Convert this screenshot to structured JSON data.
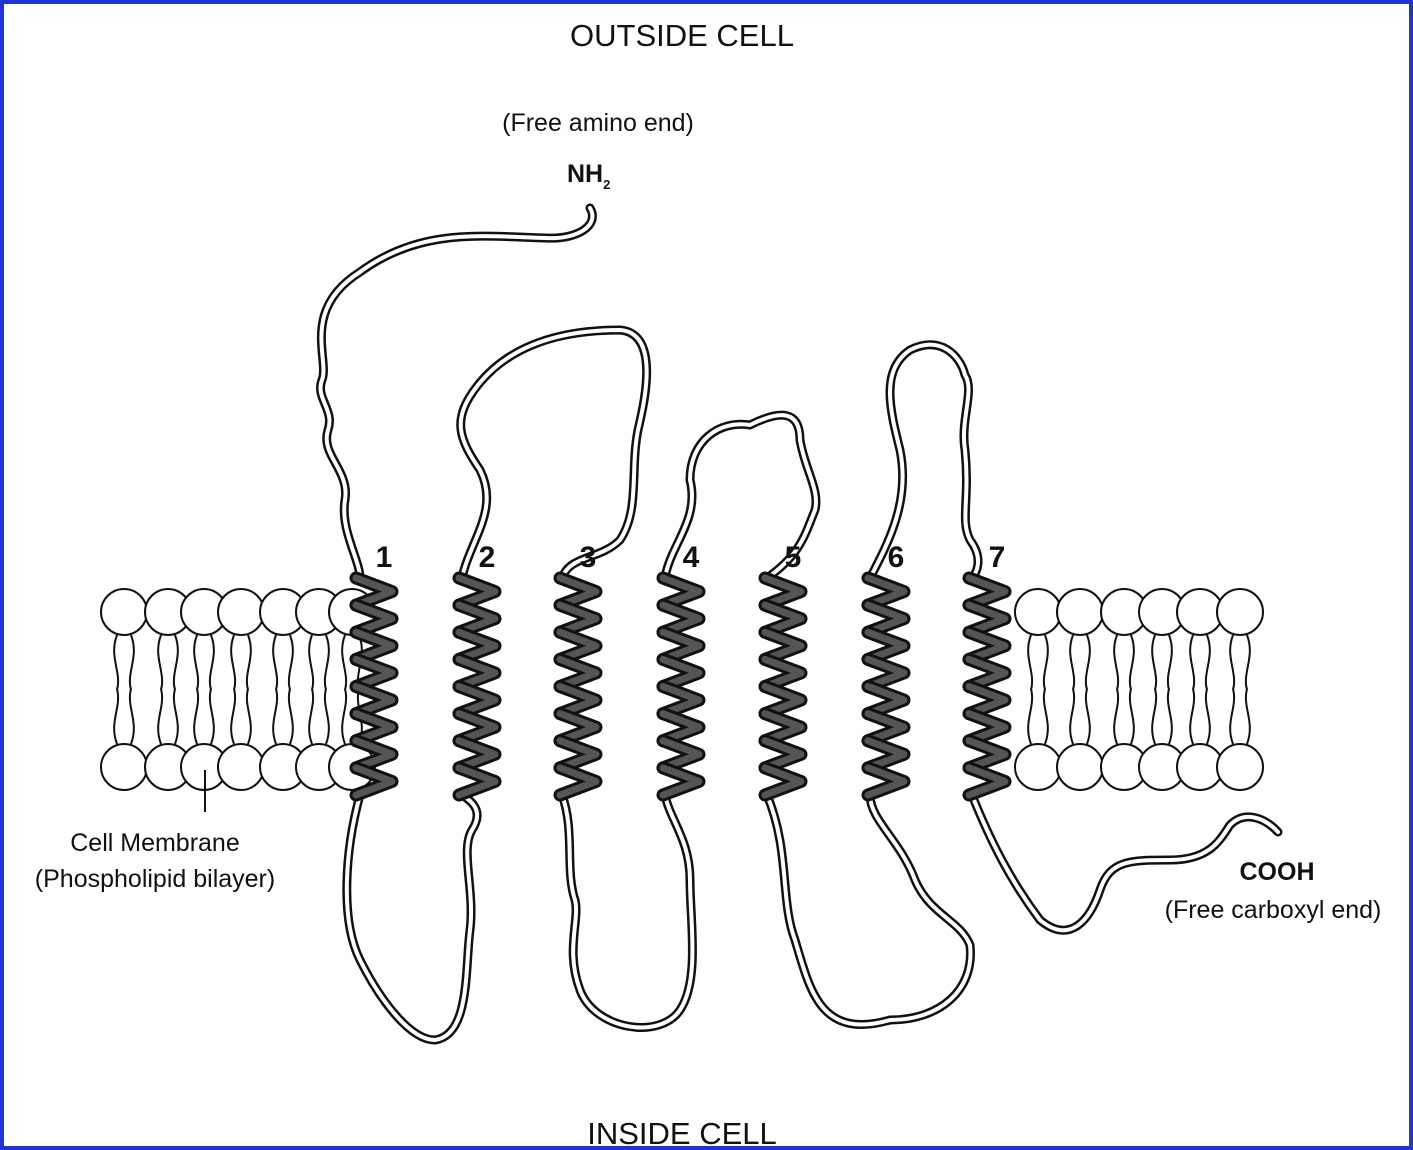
{
  "labels": {
    "outside": "OUTSIDE CELL",
    "inside": "INSIDE CELL",
    "amino_note": "(Free amino end)",
    "nh": "NH",
    "nh_sub": "2",
    "cooh": "COOH",
    "carboxyl_note": "(Free carboxyl end)",
    "membrane_line1": "Cell Membrane",
    "membrane_line2": "(Phospholipid bilayer)"
  },
  "helices": [
    "1",
    "2",
    "3",
    "4",
    "5",
    "6",
    "7"
  ],
  "colors": {
    "frame": "#1f35d6",
    "helix_fill": "#555555",
    "line": "#111111",
    "background": "#ffffff"
  }
}
